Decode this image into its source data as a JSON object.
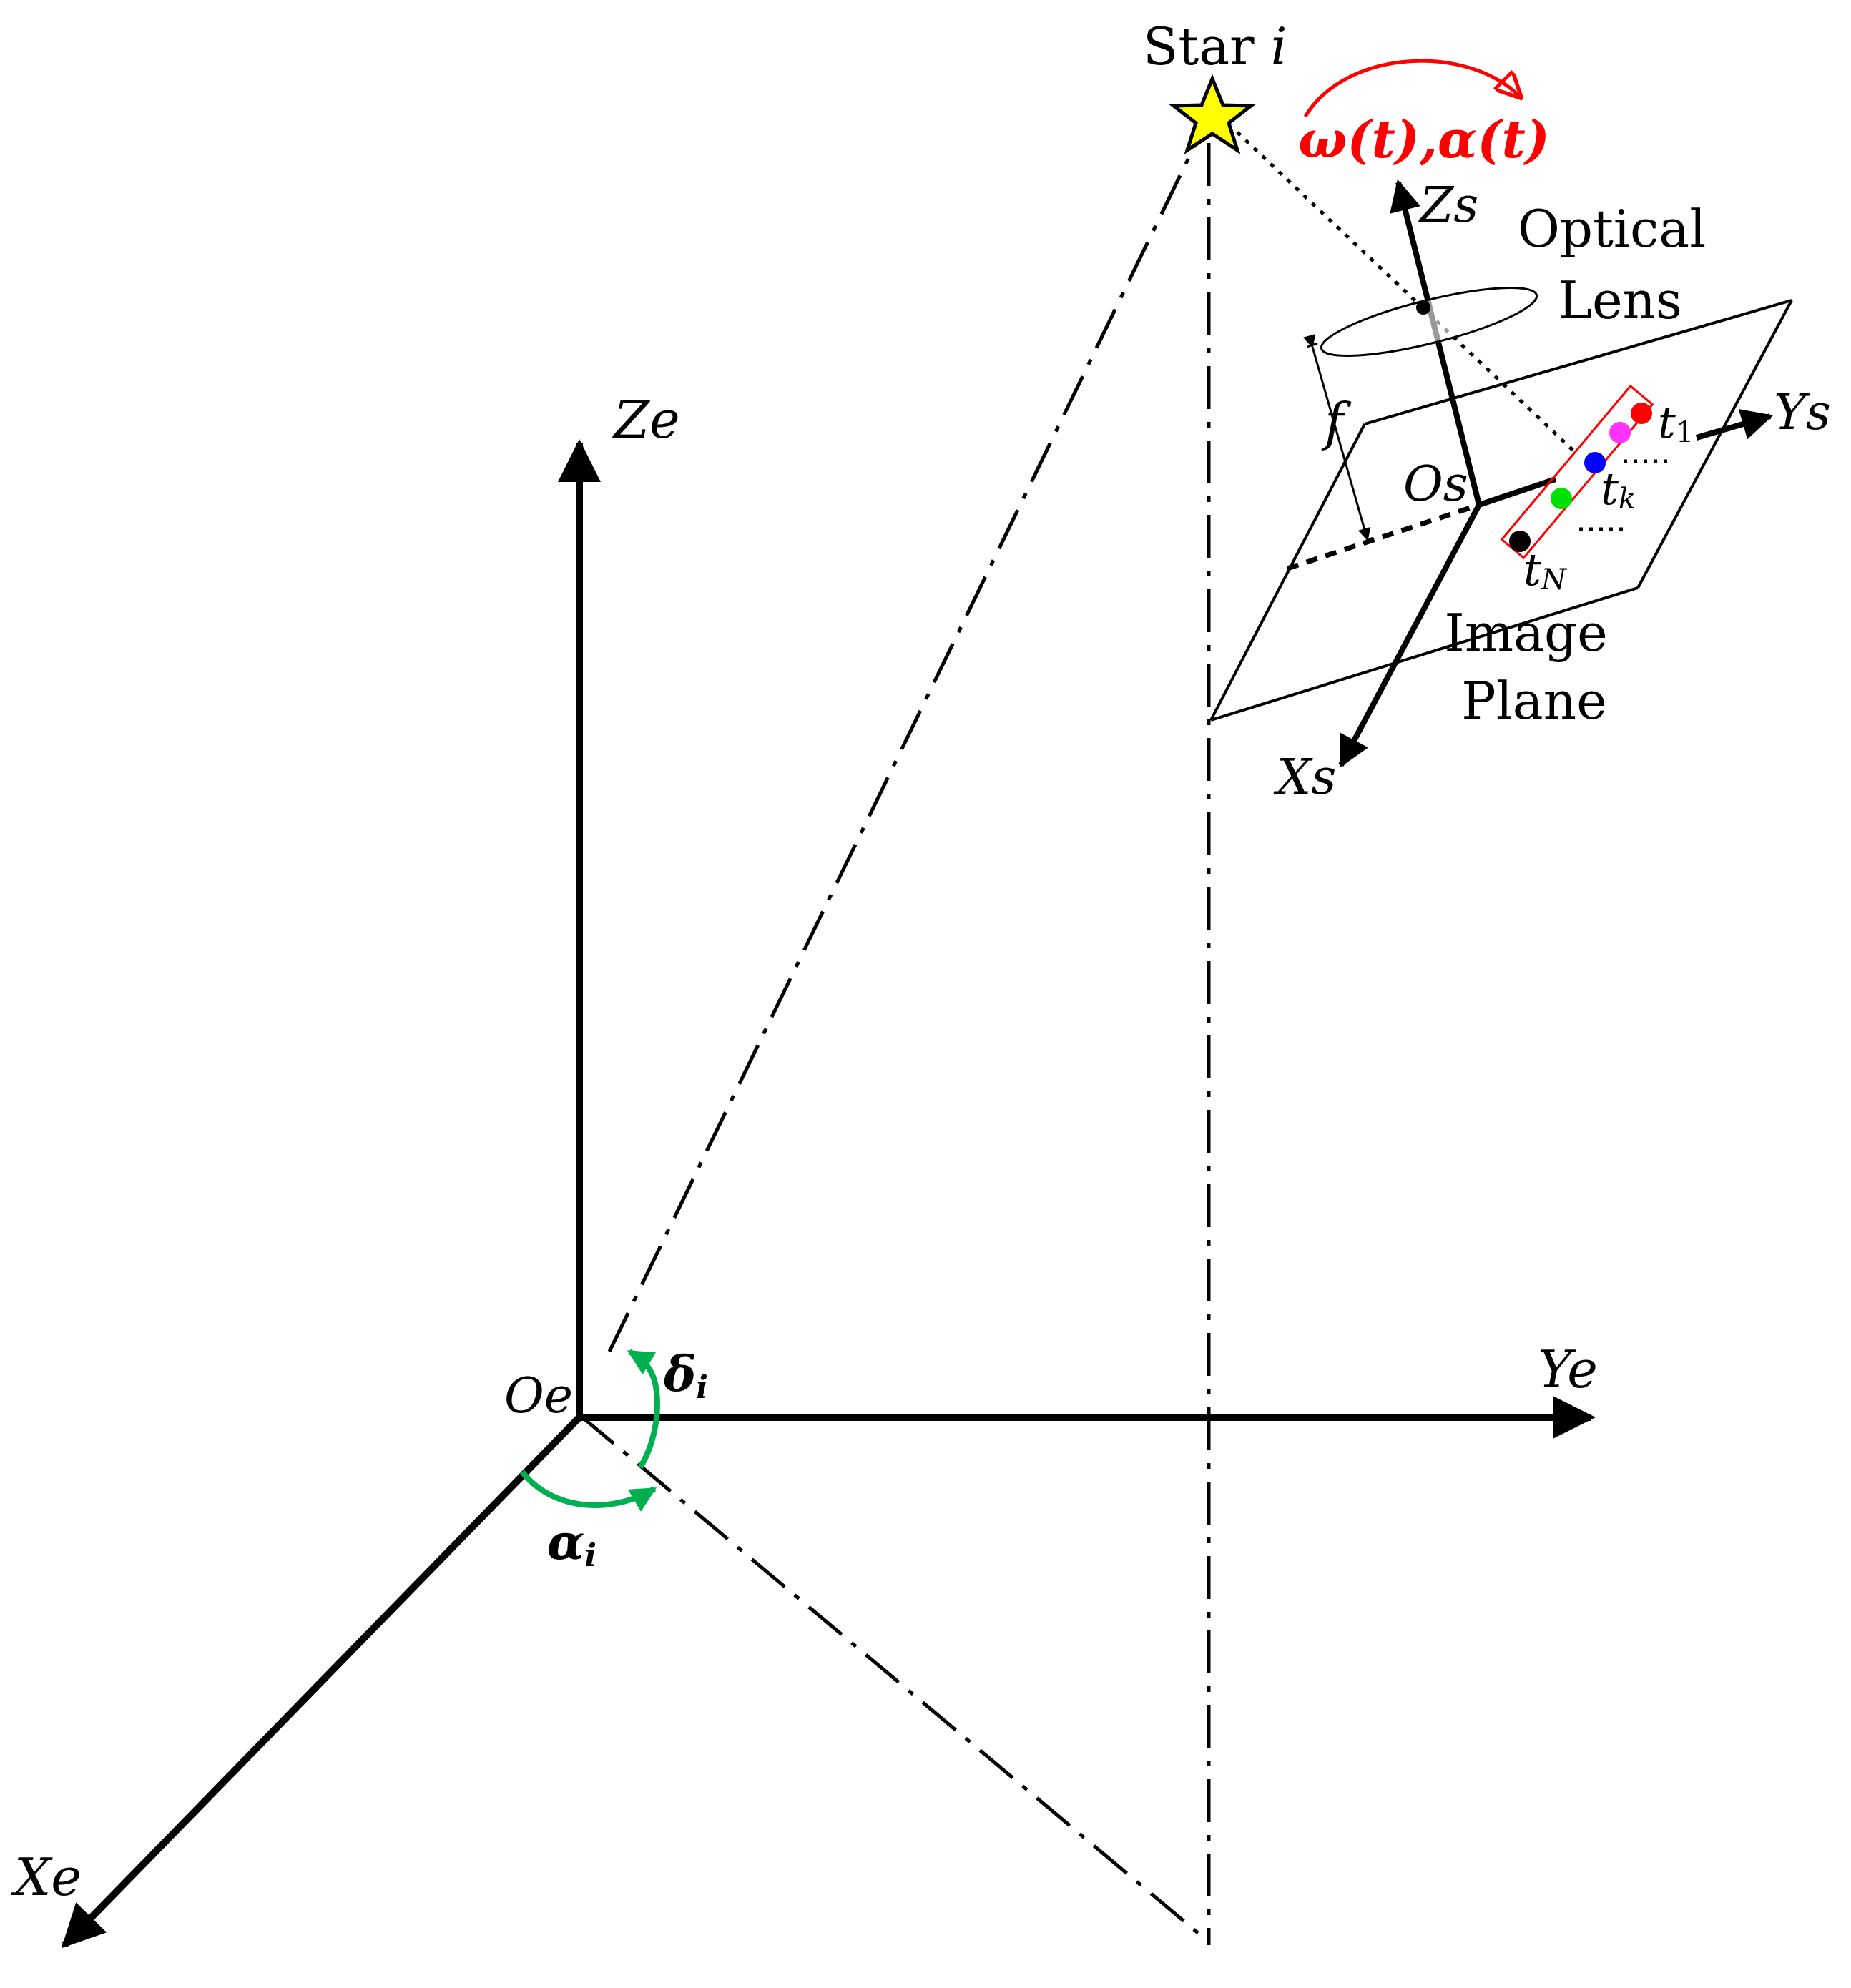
{
  "labels": {
    "star": "Star",
    "star_index": "i",
    "motion": "ω(t),α(t)",
    "optical_lens_line1": "Optical",
    "optical_lens_line2": "Lens",
    "image_plane_line1": "Image",
    "image_plane_line2": "Plane",
    "focal_length": "f",
    "sensor_origin": "Os",
    "sensor_x": "Xs",
    "sensor_y": "Ys",
    "sensor_z": "Zs",
    "earth_origin": "Oe",
    "earth_x": "Xe",
    "earth_y": "Ye",
    "earth_z": "Ze",
    "declination_symbol": "δ",
    "declination_sub": "i",
    "right_ascension_symbol": "α",
    "right_ascension_sub": "i",
    "t1_base": "t",
    "t1_sub": "1",
    "tk_base": "t",
    "tk_sub": "k",
    "tN_base": "t",
    "tN_sub": "N"
  },
  "colors": {
    "line": "#000000",
    "star_fill": "#ffff00",
    "motion_arrow": "#ff0000",
    "angle_arrows": "#00b050",
    "spot_box": "#ff0000",
    "spot_t1": "#ff0000",
    "spot_2": "#ff33ff",
    "spot_tk": "#0000ff",
    "spot_4": "#00e000",
    "spot_tN": "#000000"
  },
  "icons": {
    "star": "star-icon"
  }
}
